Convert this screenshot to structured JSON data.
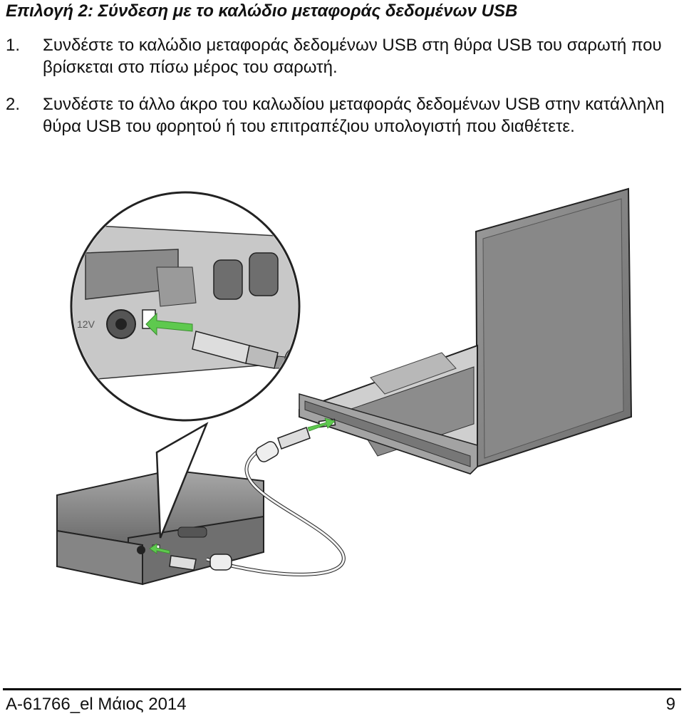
{
  "heading": "Επιλογή 2: Σύνδεση με το καλώδιο μεταφοράς δεδομένων USB",
  "steps": [
    {
      "number": "1.",
      "text": "Συνδέστε το καλώδιο μεταφοράς δεδομένων USB στη θύρα USB του σαρωτή που βρίσκεται στο πίσω μέρος του σαρωτή."
    },
    {
      "number": "2.",
      "text": "Συνδέστε το άλλο άκρο του καλωδίου μεταφοράς δεδομένων USB στην κατάλληλη θύρα USB του φορητού ή του επιτραπέζιου υπολογιστή που διαθέτετε."
    }
  ],
  "figure": {
    "port_label": "12V",
    "colors": {
      "arrow": "#5ec94e",
      "device": "#8d8d8d",
      "outline": "#222222"
    }
  },
  "footer": {
    "doc_id": "A-61766_el  Μάιος 2014",
    "page": "9"
  }
}
